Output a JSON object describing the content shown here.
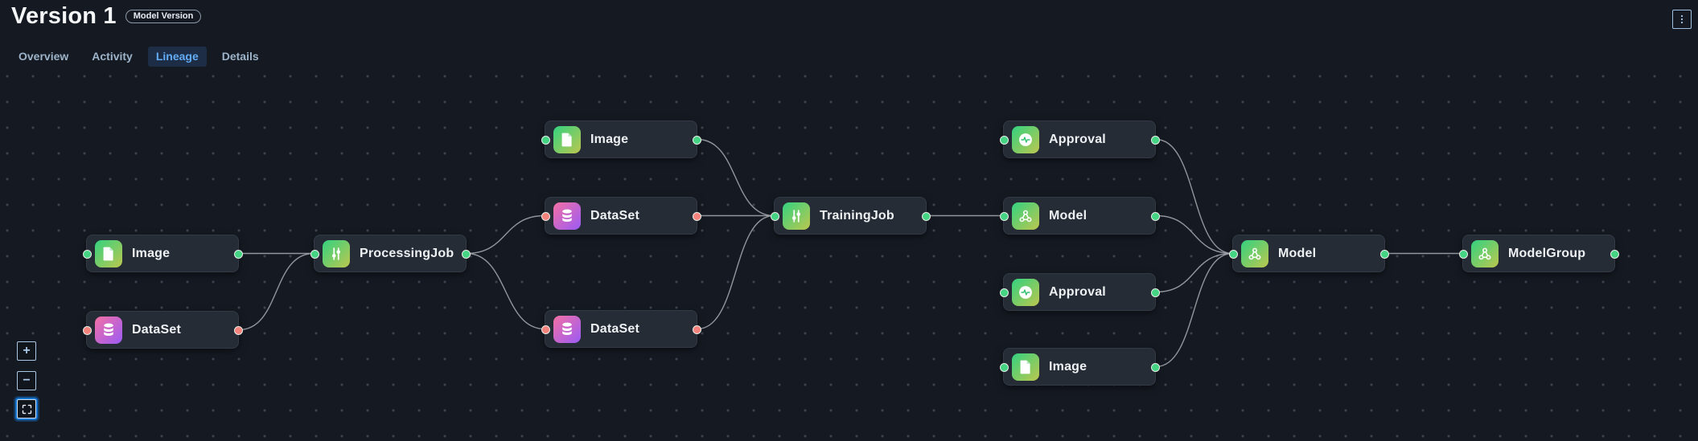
{
  "header": {
    "title": "Version 1",
    "badge": "Model Version",
    "menu_icon": "kebab-menu-icon"
  },
  "tabs": [
    {
      "label": "Overview",
      "active": false
    },
    {
      "label": "Activity",
      "active": false
    },
    {
      "label": "Lineage",
      "active": true
    },
    {
      "label": "Details",
      "active": false
    }
  ],
  "lineage_graph": {
    "nodes": [
      {
        "id": 0,
        "label": "Image",
        "icon": "image-icon",
        "port_color": "#45d483"
      },
      {
        "id": 1,
        "label": "DataSet",
        "icon": "dataset-icon",
        "port_color": "#f5837d"
      },
      {
        "id": 2,
        "label": "ProcessingJob",
        "icon": "sliders-icon",
        "port_color": "#45d483"
      },
      {
        "id": 3,
        "label": "Image",
        "icon": "image-icon",
        "port_color": "#45d483"
      },
      {
        "id": 4,
        "label": "DataSet",
        "icon": "dataset-icon",
        "port_color": "#f5837d"
      },
      {
        "id": 5,
        "label": "DataSet",
        "icon": "dataset-icon",
        "port_color": "#f5837d"
      },
      {
        "id": 6,
        "label": "TrainingJob",
        "icon": "sliders-icon",
        "port_color": "#45d483"
      },
      {
        "id": 7,
        "label": "Approval",
        "icon": "pulse-icon",
        "port_color": "#45d483"
      },
      {
        "id": 8,
        "label": "Model",
        "icon": "model-icon",
        "port_color": "#45d483"
      },
      {
        "id": 9,
        "label": "Approval",
        "icon": "pulse-icon",
        "port_color": "#45d483"
      },
      {
        "id": 10,
        "label": "Image",
        "icon": "image-icon",
        "port_color": "#45d483"
      },
      {
        "id": 11,
        "label": "Model",
        "icon": "model-icon",
        "port_color": "#45d483"
      },
      {
        "id": 12,
        "label": "ModelGroup",
        "icon": "model-icon",
        "port_color": "#45d483"
      }
    ],
    "edges": [
      {
        "from": 0,
        "to": 2
      },
      {
        "from": 1,
        "to": 2
      },
      {
        "from": 2,
        "to": 4
      },
      {
        "from": 2,
        "to": 5
      },
      {
        "from": 3,
        "to": 6
      },
      {
        "from": 4,
        "to": 6
      },
      {
        "from": 5,
        "to": 6
      },
      {
        "from": 6,
        "to": 8
      },
      {
        "from": 7,
        "to": 11
      },
      {
        "from": 8,
        "to": 11
      },
      {
        "from": 9,
        "to": 11
      },
      {
        "from": 10,
        "to": 11
      },
      {
        "from": 11,
        "to": 12
      }
    ],
    "colors": {
      "background": "#151a22",
      "node_background": "#262c36",
      "edge": "#a8acb2",
      "port_green": "#45d483",
      "port_salmon": "#f5837d",
      "icon_gradient_green": [
        "#3ed17c",
        "#bcc74f"
      ],
      "icon_gradient_pink": [
        "#ef6fa8",
        "#9b5bf5"
      ],
      "tab_active_text": "#63acf5"
    }
  },
  "controls": {
    "zoom_in_label": "+",
    "zoom_out_label": "−",
    "fit_view_icon": "fit-view-icon"
  }
}
